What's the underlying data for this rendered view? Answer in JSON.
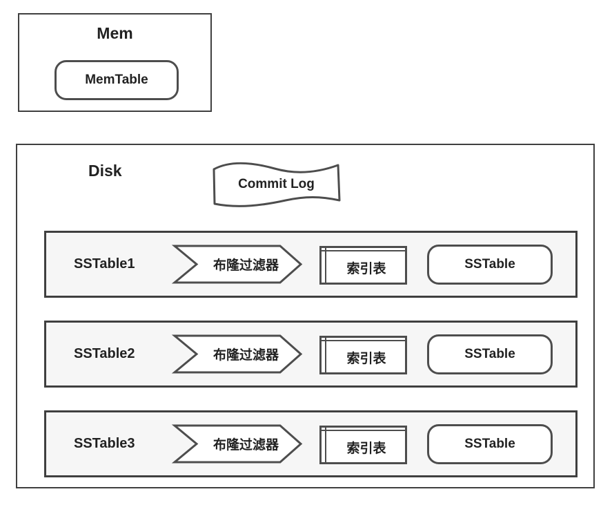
{
  "colors": {
    "canvas_bg": "#ffffff",
    "box_border": "#3f3f3f",
    "shape_border": "#4d4d4d",
    "row_fill": "#f6f6f6",
    "shape_fill": "#ffffff",
    "text": "#222222"
  },
  "mem": {
    "title": "Mem",
    "memtable_label": "MemTable"
  },
  "disk": {
    "title": "Disk",
    "commit_log_label": "Commit Log",
    "rows": [
      {
        "label": "SSTable1",
        "bloom_filter_label": "布隆过滤器",
        "index_table_label": "索引表",
        "sstable_label": "SSTable"
      },
      {
        "label": "SSTable2",
        "bloom_filter_label": "布隆过滤器",
        "index_table_label": "索引表",
        "sstable_label": "SSTable"
      },
      {
        "label": "SSTable3",
        "bloom_filter_label": "布隆过滤器",
        "index_table_label": "索引表",
        "sstable_label": "SSTable"
      }
    ]
  }
}
